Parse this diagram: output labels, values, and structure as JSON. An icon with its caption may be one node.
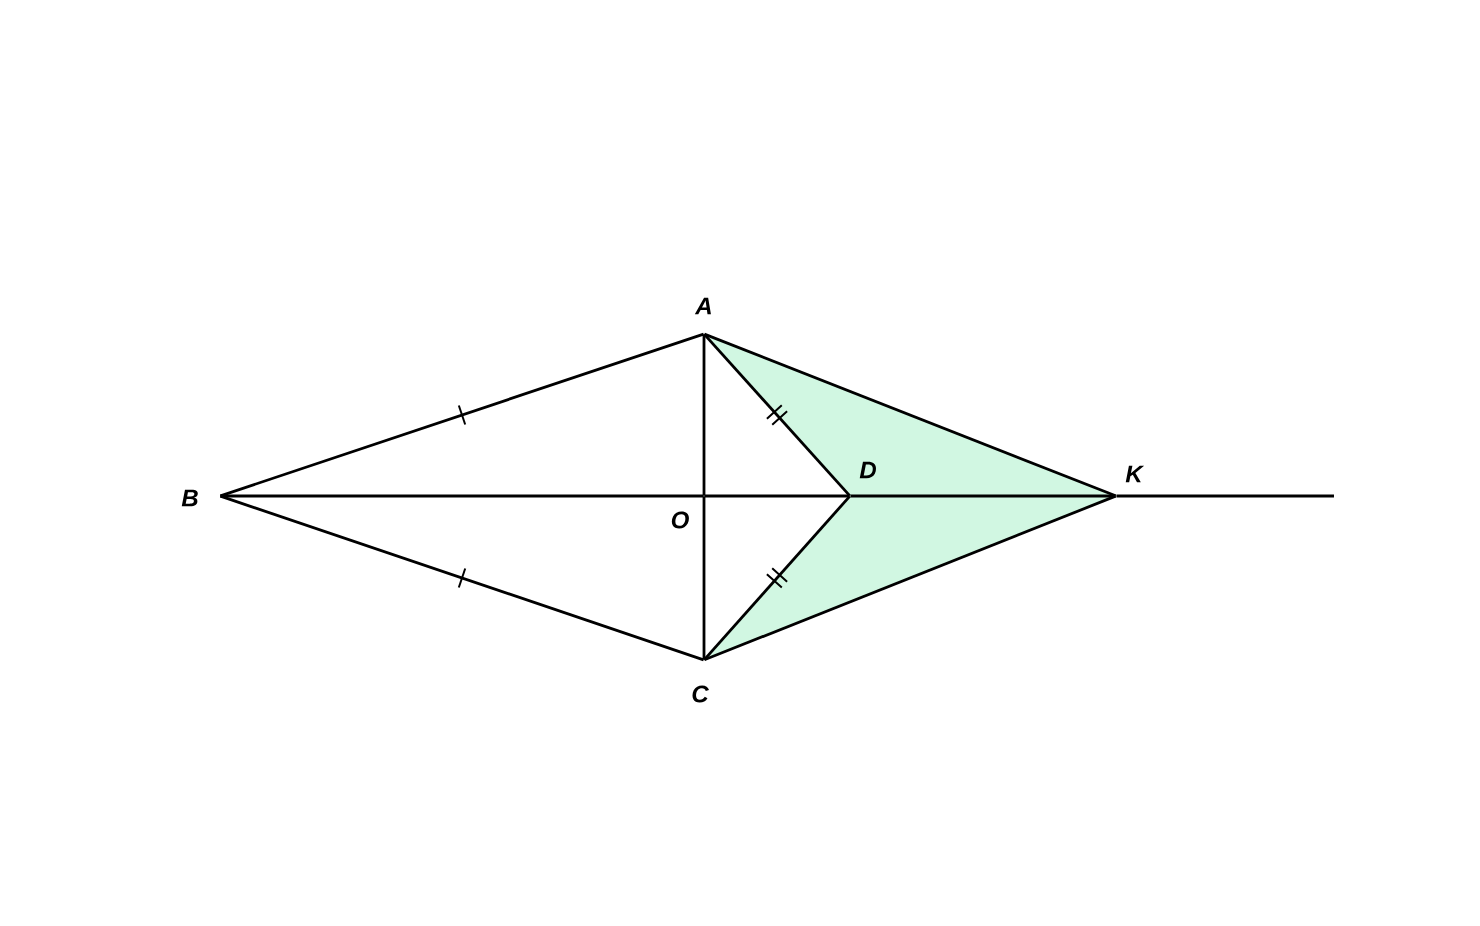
{
  "diagram": {
    "nodes": [
      {
        "text": [
          "A"
        ]
      },
      {
        "text": [
          "B"
        ]
      },
      {
        "text": [
          "O"
        ]
      },
      {
        "text": [
          "D"
        ]
      },
      {
        "text": [
          "K"
        ]
      },
      {
        "text": [
          "C"
        ]
      }
    ],
    "edges": [
      {
        "from": 1,
        "to": 0,
        "arrow": "none"
      },
      {
        "from": 1,
        "to": 5,
        "arrow": "none"
      },
      {
        "from": 0,
        "to": 2,
        "arrow": "none"
      },
      {
        "from": 2,
        "to": 5,
        "arrow": "none"
      },
      {
        "from": 1,
        "to": 2,
        "arrow": "none"
      },
      {
        "from": 2,
        "to": 3,
        "arrow": "none"
      },
      {
        "from": 3,
        "to": 4,
        "arrow": "none"
      },
      {
        "from": 4,
        "to": null,
        "arrow": "none"
      },
      {
        "from": 0,
        "to": 3,
        "arrow": "none"
      },
      {
        "from": 5,
        "to": 3,
        "arrow": "none"
      },
      {
        "from": 0,
        "to": 4,
        "arrow": "none"
      },
      {
        "from": 5,
        "to": 4,
        "arrow": "none"
      }
    ]
  }
}
